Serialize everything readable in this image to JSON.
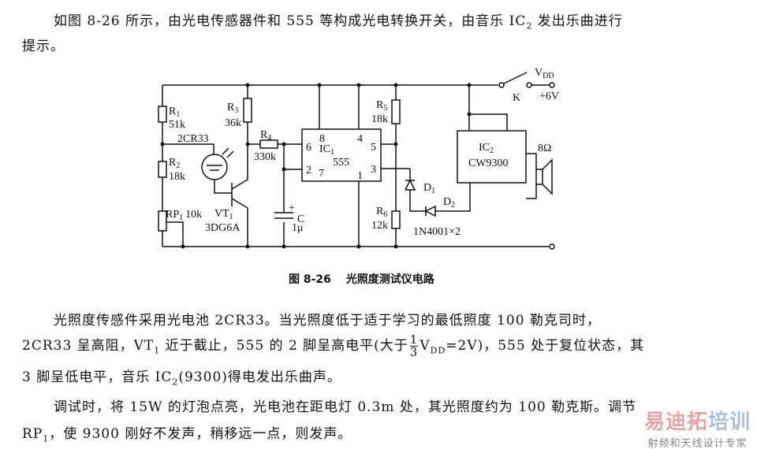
{
  "intro": {
    "line1": "如图 8-26 所示，由光电传感器件和 555 等构成光电转换开关，由音乐 IC",
    "line1_sub": "2",
    "line1_end": " 发出乐曲进行",
    "line2": "提示。"
  },
  "figure": {
    "caption": "图 8-26　 光照度测试仪电路",
    "labels": {
      "R1": "R",
      "R1_sub": "1",
      "R1_val": "51k",
      "R2": "R",
      "R2_sub": "2",
      "R2_val": "18k",
      "RP1": "RP",
      "RP1_sub": "1",
      "RP1_val": "10k",
      "R3": "R",
      "R3_sub": "3",
      "R3_val": "36k",
      "R4": "R",
      "R4_sub": "4",
      "R4_val": "330k",
      "photocell": "2CR33",
      "VT1": "VT",
      "VT1_sub": "1",
      "VT1_val": "3DG6A",
      "C": "C",
      "C_val": "1μ",
      "C_plus": "+",
      "IC1": "IC",
      "IC1_sub": "1",
      "IC1_val": "555",
      "pin8": "8",
      "pin4": "4",
      "pin6": "6",
      "pin2": "2",
      "pin7": "7",
      "pin1": "1",
      "pin5": "5",
      "pin3": "3",
      "R5": "R",
      "R5_sub": "5",
      "R5_val": "18k",
      "R6": "R",
      "R6_sub": "6",
      "R6_val": "12k",
      "D1": "D",
      "D1_sub": "1",
      "D2": "D",
      "D2_sub": "2",
      "diodes": "1N4001×2",
      "IC2": "IC",
      "IC2_sub": "2",
      "IC2_val": "CW9300",
      "speaker": "8Ω",
      "K": "K",
      "VDD": "V",
      "VDD_sub": "DD",
      "supply": "+6V"
    }
  },
  "body": {
    "p1_l1": "光照度传感件采用光电池 2CR33。当光照度低于适于学习的最低照度 100 勒克司时，",
    "p1_l2a": "2CR33 呈高阻，VT",
    "p1_l2a_sub": "1",
    "p1_l2b": " 近于截止，555 的 2 脚呈高电平(大于",
    "frac_num": "1",
    "frac_den": "3",
    "p1_l2c": "V",
    "p1_l2c_sub": "DD",
    "p1_l2d": "=2V)，555 处于复位状态，其",
    "p1_l3a": "3 脚呈低电平，音乐 IC",
    "p1_l3_sub": "2",
    "p1_l3b": "(9300)得电发出乐曲声。",
    "p2_l1": "调试时，将 15W 的灯泡点亮，光电池在距电灯 0.3m 处，其光照度约为 100 勒克斯。调节",
    "p2_l2a": "RP",
    "p2_l2_sub": "1",
    "p2_l2b": "，使 9300 刚好不发声，稍移远一点，则发声。"
  },
  "watermark": {
    "brand_a": "易迪拓",
    "brand_b": "培训",
    "tagline": "射频和天线设计专家"
  }
}
